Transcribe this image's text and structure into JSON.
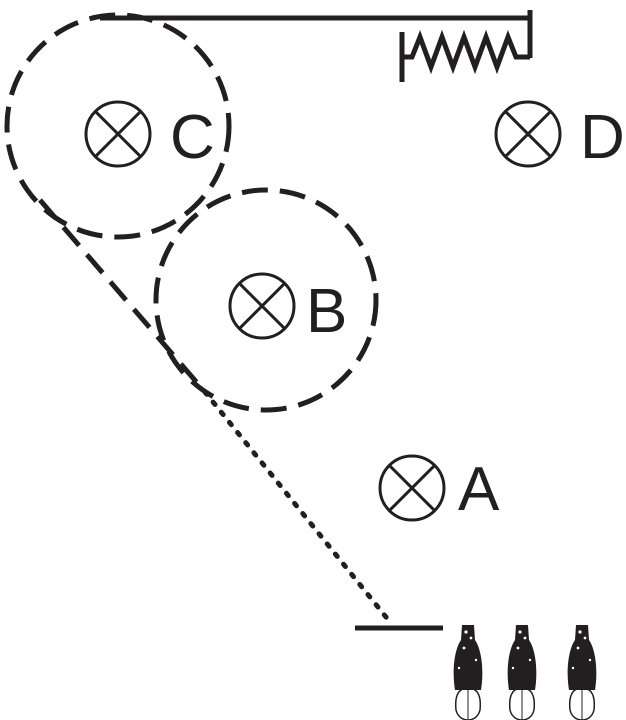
{
  "colors": {
    "ink": "#231f20",
    "background": "#ffffff",
    "bird_light": "#ffffff"
  },
  "targets": [
    {
      "id": "A",
      "label": "A",
      "icon": "crossed-circle-icon"
    },
    {
      "id": "B",
      "label": "B",
      "icon": "crossed-circle-icon"
    },
    {
      "id": "C",
      "label": "C",
      "icon": "crossed-circle-icon"
    },
    {
      "id": "D",
      "label": "D",
      "icon": "crossed-circle-icon"
    }
  ],
  "circles": [
    {
      "around": "C",
      "style": "dashed"
    },
    {
      "around": "B",
      "style": "dashed"
    }
  ],
  "birds": [
    {
      "icon": "bird-top-view-icon"
    },
    {
      "icon": "bird-top-view-icon"
    },
    {
      "icon": "bird-top-view-icon"
    }
  ]
}
